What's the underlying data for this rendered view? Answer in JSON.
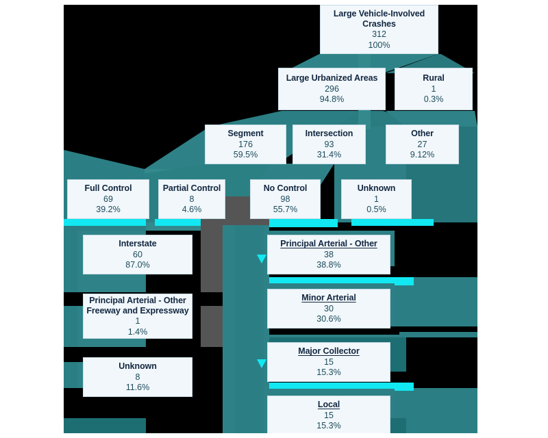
{
  "diagram": {
    "type": "sankey-flow",
    "title_node": "Large Vehicle-Involved Crashes",
    "palette": {
      "canvas_bg": "#000000",
      "page_bg": "#ffffff",
      "ribbon_teal": "#2b7f84",
      "ribbon_teal_dark": "#1d6e73",
      "ribbon_teal_light": "#3f999c",
      "ribbon_gray": "#555555",
      "ribbon_cyan": "#11e8f2",
      "node_fill": "#f1f7fb",
      "node_title": "#12263f",
      "node_value": "#1d4b5a"
    }
  },
  "nodes": [
    {
      "id": "root",
      "title": "Large Vehicle-Involved Crashes",
      "value": "312",
      "pct": "100%",
      "underline": false
    },
    {
      "id": "lua",
      "title": "Large Urbanized Areas",
      "value": "296",
      "pct": "94.8%",
      "underline": false
    },
    {
      "id": "rural",
      "title": "Rural",
      "value": "1",
      "pct": "0.3%",
      "underline": false
    },
    {
      "id": "seg",
      "title": "Segment",
      "value": "176",
      "pct": "59.5%",
      "underline": false
    },
    {
      "id": "int",
      "title": "Intersection",
      "value": "93",
      "pct": "31.4%",
      "underline": false
    },
    {
      "id": "oth",
      "title": "Other",
      "value": "27",
      "pct": "9.12%",
      "underline": false
    },
    {
      "id": "full",
      "title": "Full Control",
      "value": "69",
      "pct": "39.2%",
      "underline": false
    },
    {
      "id": "part",
      "title": "Partial Control",
      "value": "8",
      "pct": "4.6%",
      "underline": false
    },
    {
      "id": "noc",
      "title": "No Control",
      "value": "98",
      "pct": "55.7%",
      "underline": false
    },
    {
      "id": "unk",
      "title": "Unknown",
      "value": "1",
      "pct": "0.5%",
      "underline": false
    },
    {
      "id": "inter",
      "title": "Interstate",
      "value": "60",
      "pct": "87.0%",
      "underline": false
    },
    {
      "id": "pafe",
      "title": "Principal Arterial - Other Freeway and Expressway",
      "value": "1",
      "pct": "1.4%",
      "underline": false
    },
    {
      "id": "unk2",
      "title": "Unknown",
      "value": "8",
      "pct": "11.6%",
      "underline": false
    },
    {
      "id": "pao",
      "title": "Principal Arterial - Other",
      "value": "38",
      "pct": "38.8%",
      "underline": true
    },
    {
      "id": "mina",
      "title": "Minor Arterial",
      "value": "30",
      "pct": "30.6%",
      "underline": true
    },
    {
      "id": "majc",
      "title": "Major Collector",
      "value": "15",
      "pct": "15.3%",
      "underline": true
    },
    {
      "id": "local",
      "title": "Local",
      "value": "15",
      "pct": "15.3%",
      "underline": true
    }
  ],
  "chart_data": {
    "type": "sankey",
    "title": "Large Vehicle-Involved Crashes",
    "levels": [
      {
        "level": 0,
        "nodes": [
          {
            "label": "Large Vehicle-Involved Crashes",
            "value": 312,
            "pct": 100
          }
        ]
      },
      {
        "level": 1,
        "nodes": [
          {
            "label": "Large Urbanized Areas",
            "value": 296,
            "pct": 94.8
          },
          {
            "label": "Rural",
            "value": 1,
            "pct": 0.3
          }
        ]
      },
      {
        "level": 2,
        "nodes": [
          {
            "label": "Segment",
            "value": 176,
            "pct": 59.5
          },
          {
            "label": "Intersection",
            "value": 93,
            "pct": 31.4
          },
          {
            "label": "Other",
            "value": 27,
            "pct": 9.12
          }
        ]
      },
      {
        "level": 3,
        "nodes": [
          {
            "label": "Full Control",
            "value": 69,
            "pct": 39.2
          },
          {
            "label": "Partial Control",
            "value": 8,
            "pct": 4.6
          },
          {
            "label": "No Control",
            "value": 98,
            "pct": 55.7
          },
          {
            "label": "Unknown",
            "value": 1,
            "pct": 0.5
          }
        ]
      },
      {
        "level": 4,
        "nodes": [
          {
            "label": "Interstate",
            "value": 60,
            "pct": 87.0
          },
          {
            "label": "Principal Arterial - Other Freeway and Expressway",
            "value": 1,
            "pct": 1.4
          },
          {
            "label": "Unknown",
            "value": 8,
            "pct": 11.6
          },
          {
            "label": "Principal Arterial - Other",
            "value": 38,
            "pct": 38.8
          },
          {
            "label": "Minor Arterial",
            "value": 30,
            "pct": 30.6
          },
          {
            "label": "Major Collector",
            "value": 15,
            "pct": 15.3
          },
          {
            "label": "Local",
            "value": 15,
            "pct": 15.3
          }
        ]
      }
    ]
  }
}
